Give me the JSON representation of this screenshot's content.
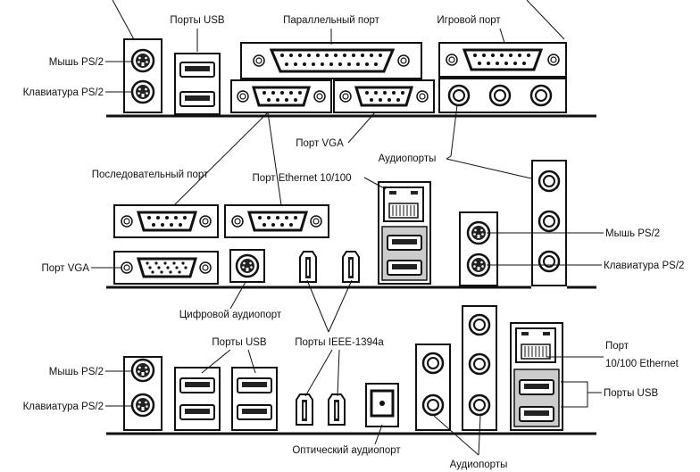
{
  "labels": {
    "ps2_mouse": "Мышь PS/2",
    "ps2_keyboard": "Клавиатура PS/2",
    "usb_ports": "Порты USB",
    "parallel_port": "Параллельный порт",
    "game_port": "Игровой порт",
    "vga_port": "Порт VGA",
    "audio_ports": "Аудиопорты",
    "serial_port": "Последовательный порт",
    "ethernet_10_100": "Порт Ethernet 10/100",
    "digital_audio_port": "Цифровой аудиопорт",
    "ieee1394_ports": "Порты IEEE-1394a",
    "optical_audio_port": "Оптический аудиопорт",
    "port_word": "Порт",
    "ethernet_10_100_alt": "10/100 Ethernet"
  }
}
